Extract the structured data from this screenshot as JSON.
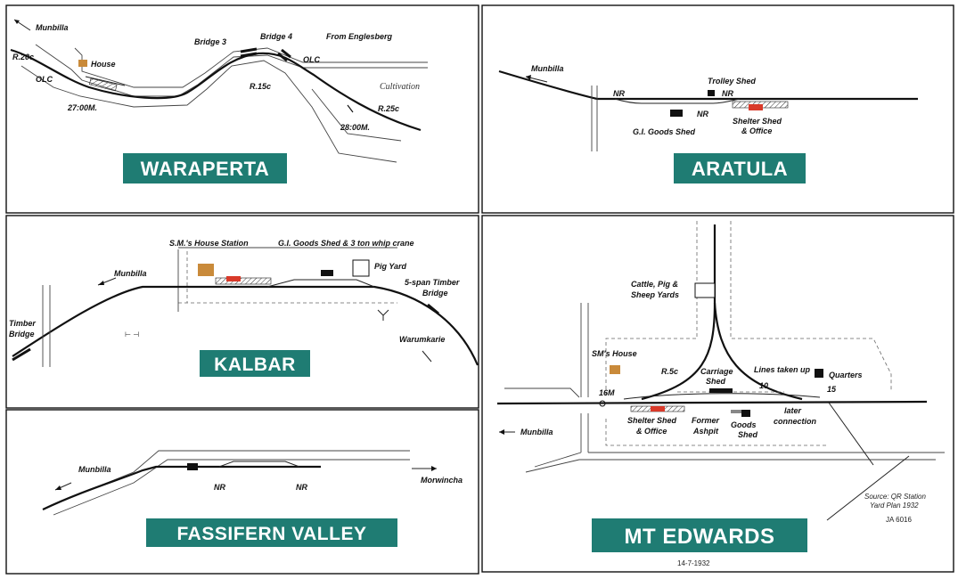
{
  "colors": {
    "title_bg": "#1f7c73",
    "house": "#c98a3a",
    "office": "#d93a2a",
    "shed": "#111111"
  },
  "waraperta": {
    "title": "WARAPERTA",
    "munbilla": "Munbilla",
    "r20c": "R.20c",
    "house": "House",
    "olc_left": "OLC",
    "olc_right": "OLC",
    "bridge3": "Bridge 3",
    "bridge4": "Bridge 4",
    "from_englesberg": "From Englesberg",
    "cultivation": "Cultivation",
    "r15c": "R.15c",
    "r25c": "R.25c",
    "km_27": "27:00M.",
    "km_28": "28:00M."
  },
  "aratula": {
    "title": "ARATULA",
    "munbilla": "Munbilla",
    "trolley_shed": "Trolley Shed",
    "nr_left": "NR",
    "nr_right": "NR",
    "nr_mid": "NR",
    "goods_shed": "G.I. Goods Shed",
    "shelter_shed": "Shelter Shed",
    "office": "& Office"
  },
  "kalbar": {
    "title": "KALBAR",
    "sm_house_station": "S.M.'s House  Station",
    "goods_shed": "G.I. Goods Shed & 3 ton whip crane",
    "munbilla": "Munbilla",
    "pig_yard": "Pig Yard",
    "timber_bridge_right_1": "5-span Timber",
    "timber_bridge_right_2": "Bridge",
    "timber_bridge_left_1": "Timber",
    "timber_bridge_left_2": "Bridge",
    "warumkarie": "Warumkarie"
  },
  "fassifern": {
    "title": "FASSIFERN VALLEY",
    "munbilla": "Munbilla",
    "morwincha": "Morwincha",
    "nr_left": "NR",
    "nr_right": "NR"
  },
  "mt_edwards": {
    "title": "MT EDWARDS",
    "yards_1": "Cattle, Pig &",
    "yards_2": "Sheep Yards",
    "sm_house": "SM's House",
    "r5c": "R.5c",
    "carriage_shed_1": "Carriage",
    "carriage_shed_2": "Shed",
    "lines_taken_up": "Lines taken up",
    "quarters": "Quarters",
    "num_10": "10",
    "num_15": "15",
    "mile_16": "16M",
    "munbilla": "Munbilla",
    "shelter_shed": "Shelter Shed",
    "office": "& Office",
    "former_1": "Former",
    "former_2": "Ashpit",
    "goods_1": "Goods",
    "goods_2": "Shed",
    "later_1": "later",
    "later_2": "connection",
    "source_1": "Source: QR Station",
    "source_2": "Yard Plan 1932",
    "ja": "JA 6016",
    "date": "14-7-1932"
  }
}
